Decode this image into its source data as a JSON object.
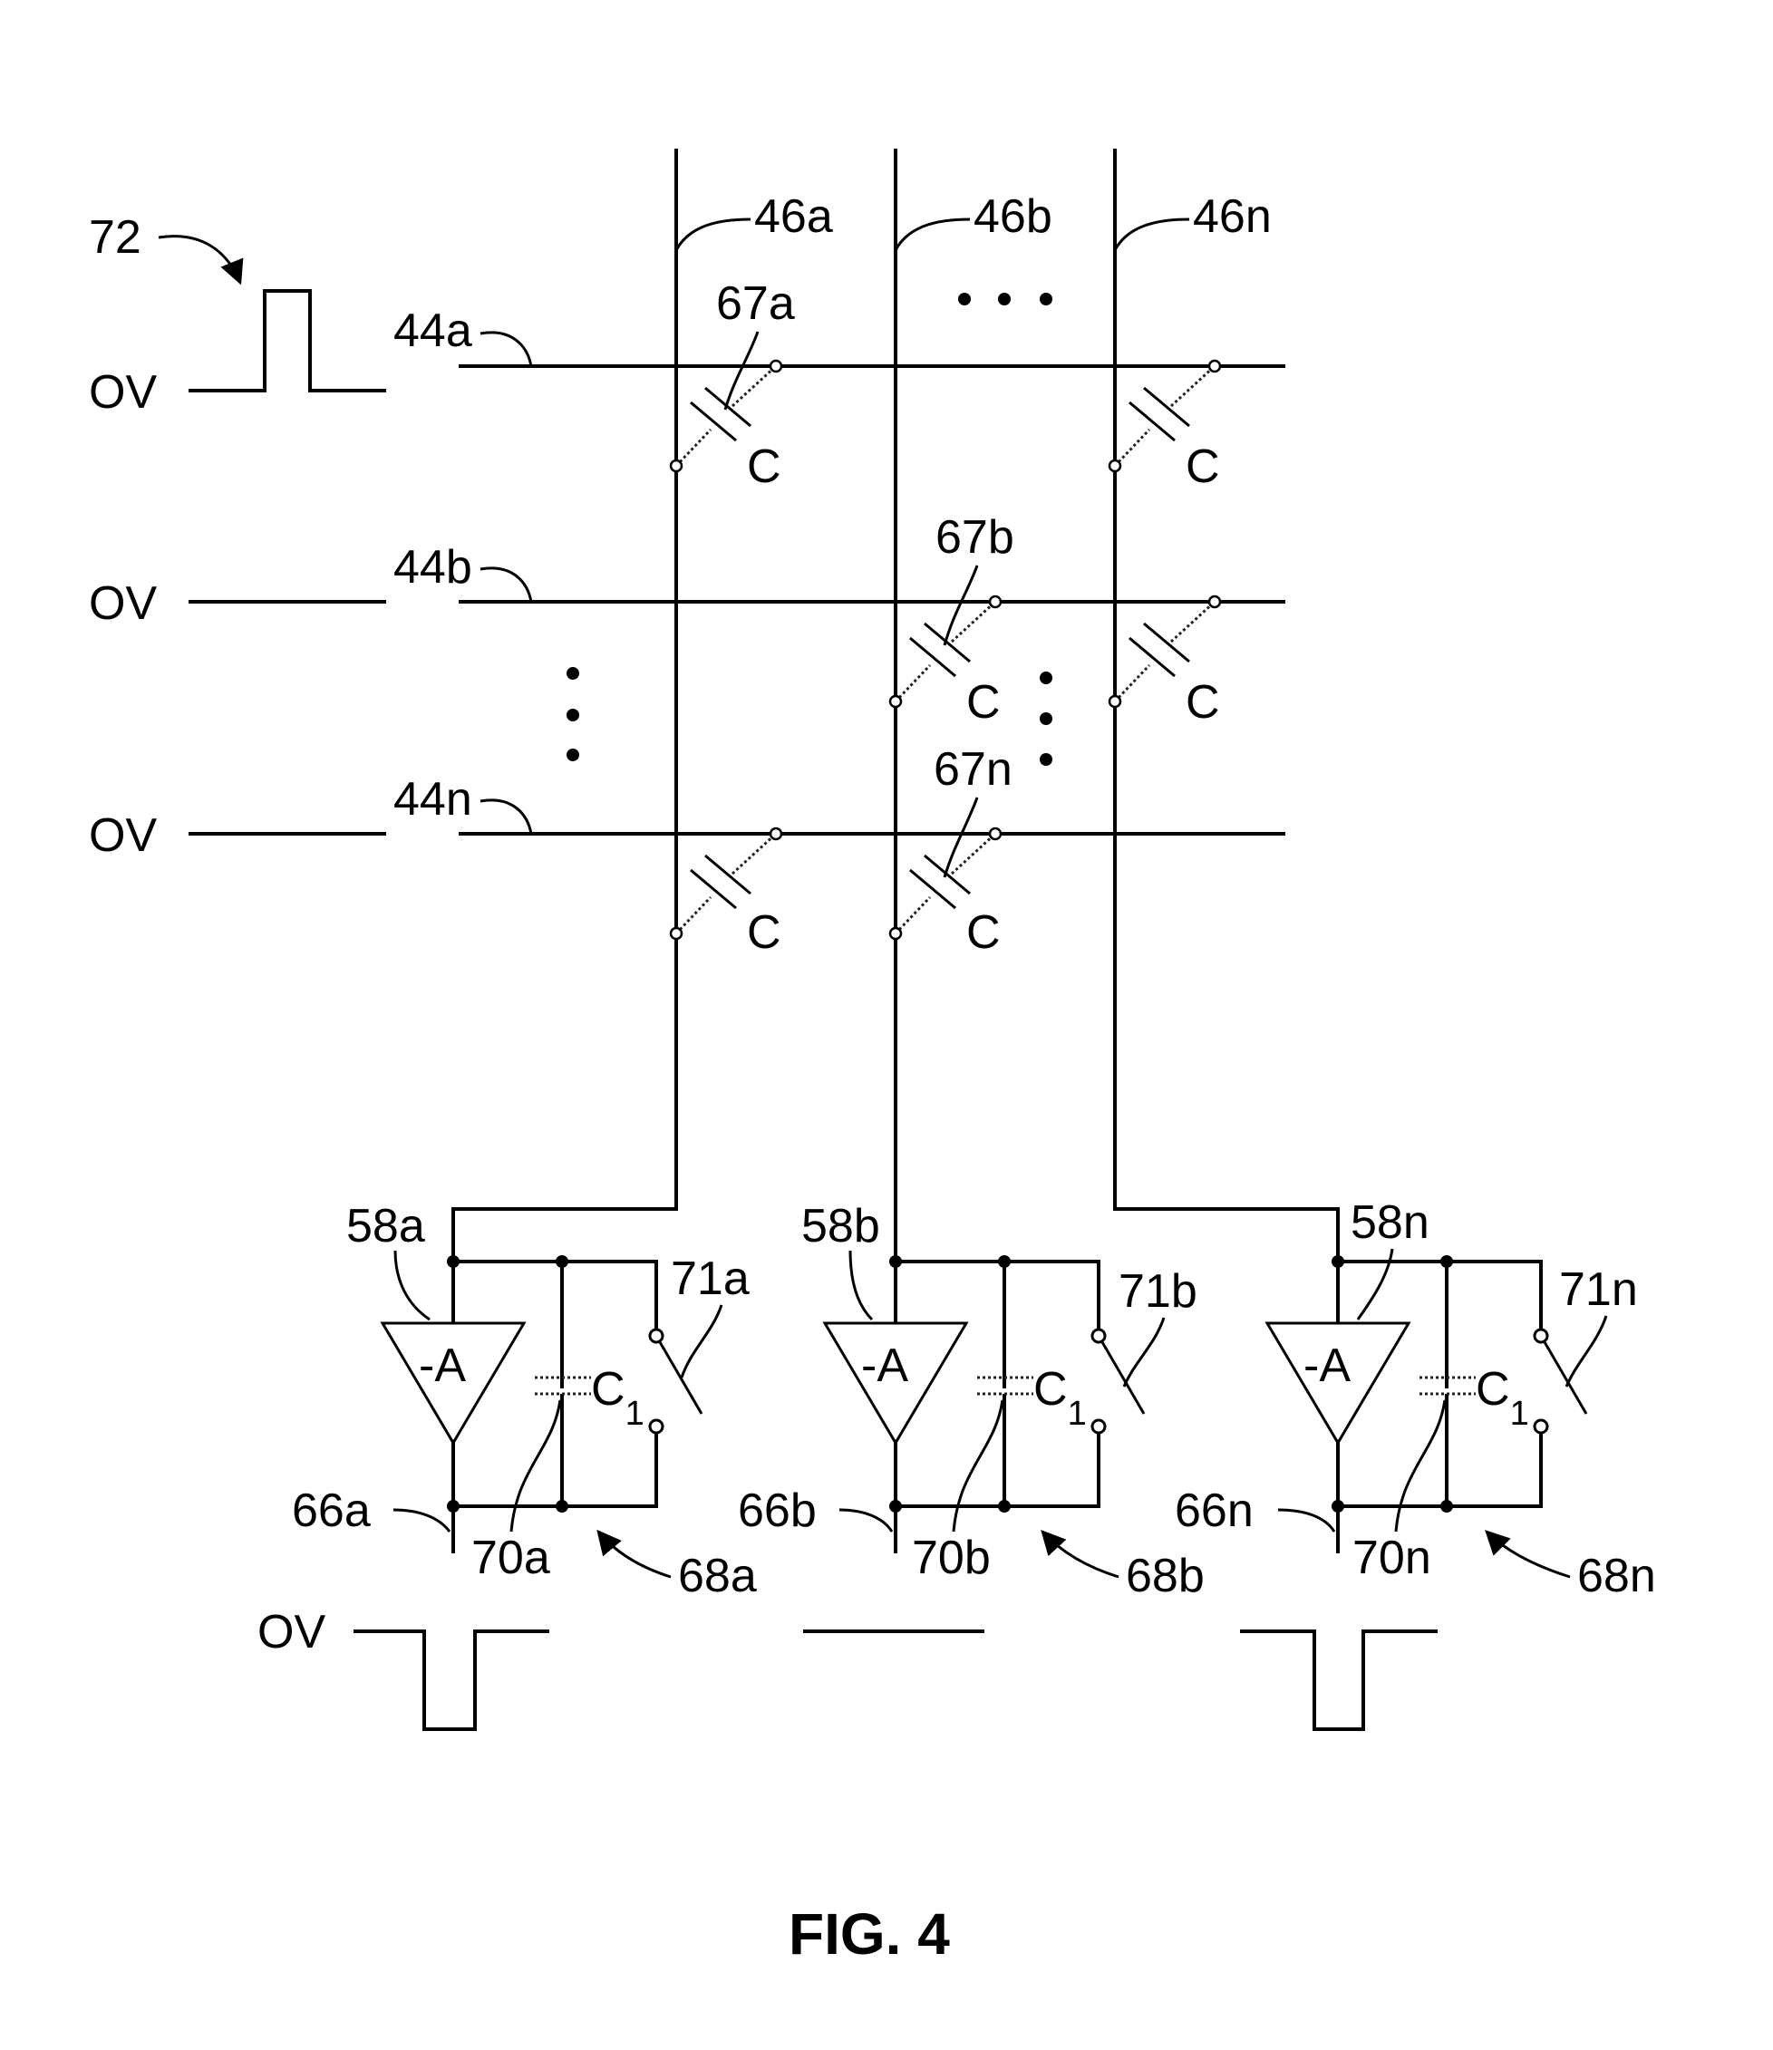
{
  "figure_title": "FIG. 4",
  "input_pulse": {
    "ref": "72",
    "baseline_label": "OV"
  },
  "drive_lines": [
    {
      "ref": "44a",
      "voltage_label": "OV"
    },
    {
      "ref": "44b",
      "voltage_label": "OV"
    },
    {
      "ref": "44n",
      "voltage_label": "OV"
    }
  ],
  "sense_lines": [
    {
      "ref": "46a"
    },
    {
      "ref": "46b"
    },
    {
      "ref": "46n"
    }
  ],
  "coupling_capacitors": {
    "symbol": "C",
    "refs": [
      "67a",
      "67b",
      "67n"
    ]
  },
  "integrators": [
    {
      "amp_ref": "58a",
      "amp_label": "-A",
      "output_ref": "66a",
      "feedback_cap_ref": "70a",
      "feedback_cap_label": "C",
      "feedback_cap_subscript": "1",
      "switch_ref": "71a",
      "circuit_ref": "68a"
    },
    {
      "amp_ref": "58b",
      "amp_label": "-A",
      "output_ref": "66b",
      "feedback_cap_ref": "70b",
      "feedback_cap_label": "C",
      "feedback_cap_subscript": "1",
      "switch_ref": "71b",
      "circuit_ref": "68b"
    },
    {
      "amp_ref": "58n",
      "amp_label": "-A",
      "output_ref": "66n",
      "feedback_cap_ref": "70n",
      "feedback_cap_label": "C",
      "feedback_cap_subscript": "1",
      "switch_ref": "71n",
      "circuit_ref": "68n"
    }
  ],
  "output_baseline_label": "OV"
}
